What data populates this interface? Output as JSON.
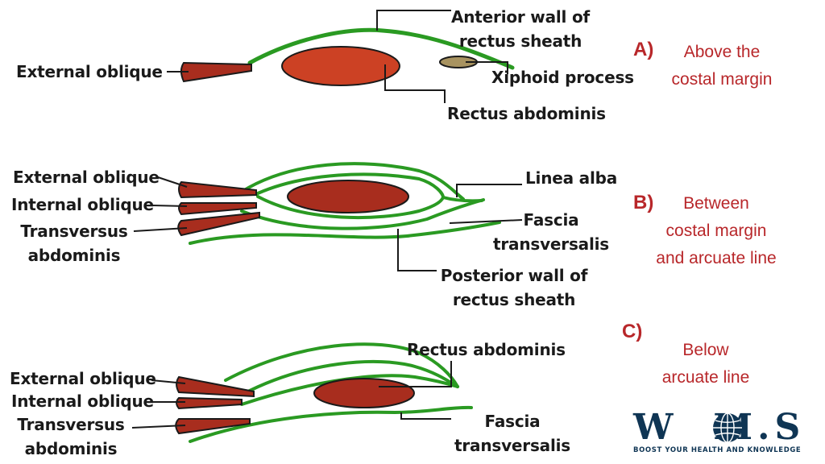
{
  "section_a": {
    "letter": "A)",
    "title_lines": [
      "Above the",
      "costal margin"
    ],
    "labels": {
      "external_oblique": "External oblique",
      "anterior_wall": [
        "Anterior wall of",
        "rectus sheath"
      ],
      "xiphoid": "Xiphoid process",
      "rectus": "Rectus abdominis"
    }
  },
  "section_b": {
    "letter": "B)",
    "title_lines": [
      "Between",
      "costal margin",
      "and arcuate line"
    ],
    "labels": {
      "external_oblique": "External oblique",
      "internal_oblique": "Internal oblique",
      "transversus": [
        "Transversus",
        "abdominis"
      ],
      "linea_alba": "Linea alba",
      "fascia": [
        "Fascia",
        "transversalis"
      ],
      "posterior_wall": [
        "Posterior wall of",
        "rectus sheath"
      ]
    }
  },
  "section_c": {
    "letter": "C)",
    "title_lines": [
      "Below",
      "arcuate line"
    ],
    "labels": {
      "rectus": "Rectus abdominis",
      "external_oblique": "External oblique",
      "internal_oblique": "Internal oblique",
      "transversus": [
        "Transversus",
        "abdominis"
      ],
      "fascia": [
        "Fascia",
        "transversalis"
      ]
    }
  },
  "logo": {
    "word_left": "W",
    "word_right": "M.S",
    "tagline": "BOOST YOUR HEALTH AND KNOWLEDGE"
  },
  "colors": {
    "sheath_green": "#2a9a22",
    "muscle_red": "#a82d1e",
    "muscle_bright": "#cc4124",
    "xiphoid": "#a89360",
    "caption_red": "#b8272a",
    "logo_navy": "#0f3554"
  }
}
